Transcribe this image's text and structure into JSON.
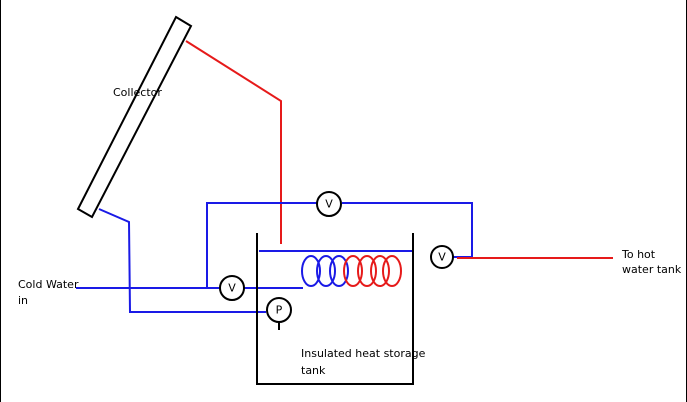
{
  "labels": {
    "collector": "Collector",
    "cold_water_line1": "Cold Water",
    "cold_water_line2": "in",
    "hot_water_line1": "To hot",
    "hot_water_line2": "water tank",
    "tank_line1": "Insulated heat storage",
    "tank_line2": "tank"
  },
  "valves": {
    "top": "V",
    "inlet": "V",
    "outlet": "V"
  },
  "pump": {
    "label": "P"
  },
  "colors": {
    "cold_pipe": "#1a1ae6",
    "hot_pipe": "#e61a1a",
    "outline": "#000000"
  }
}
